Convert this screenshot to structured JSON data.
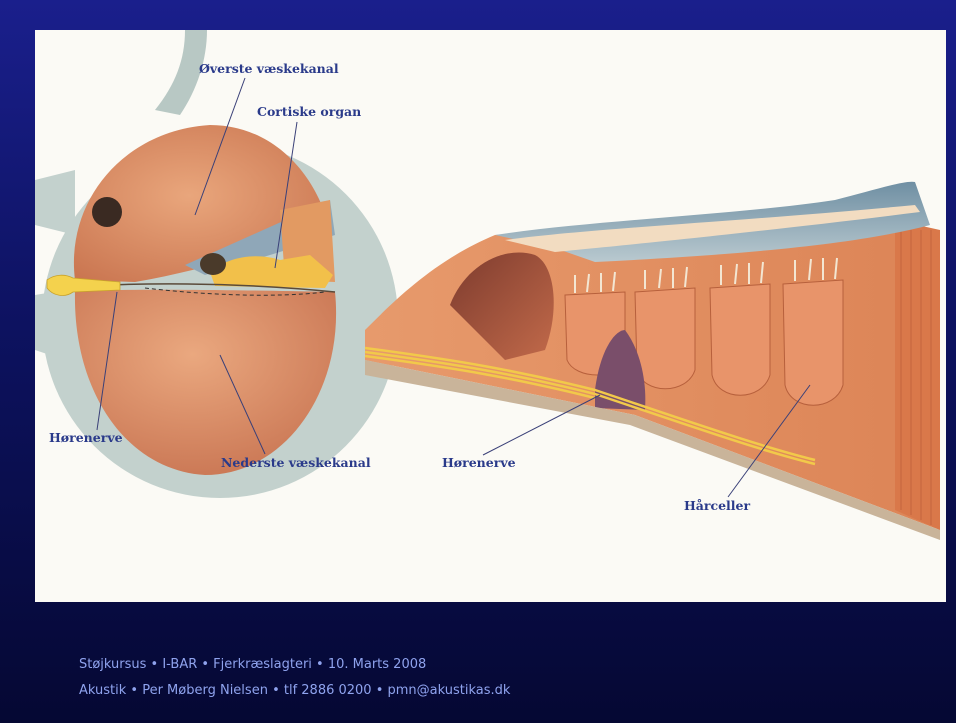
{
  "diagram": {
    "labels": {
      "upper_canal": "Øverste væskekanal",
      "organ_of_corti": "Cortiske organ",
      "auditory_nerve_left": "Hørenerve",
      "lower_canal": "Nederste væskekanal",
      "auditory_nerve_right": "Hørenerve",
      "hair_cells": "Hårceller"
    }
  },
  "footer": {
    "line1": "Støjkursus • I-BAR • Fjerkræslagteri • 10. Marts 2008",
    "line2": "Akustik • Per Møberg Nielsen • tlf 2886 0200 • pmn@akustikas.dk"
  }
}
